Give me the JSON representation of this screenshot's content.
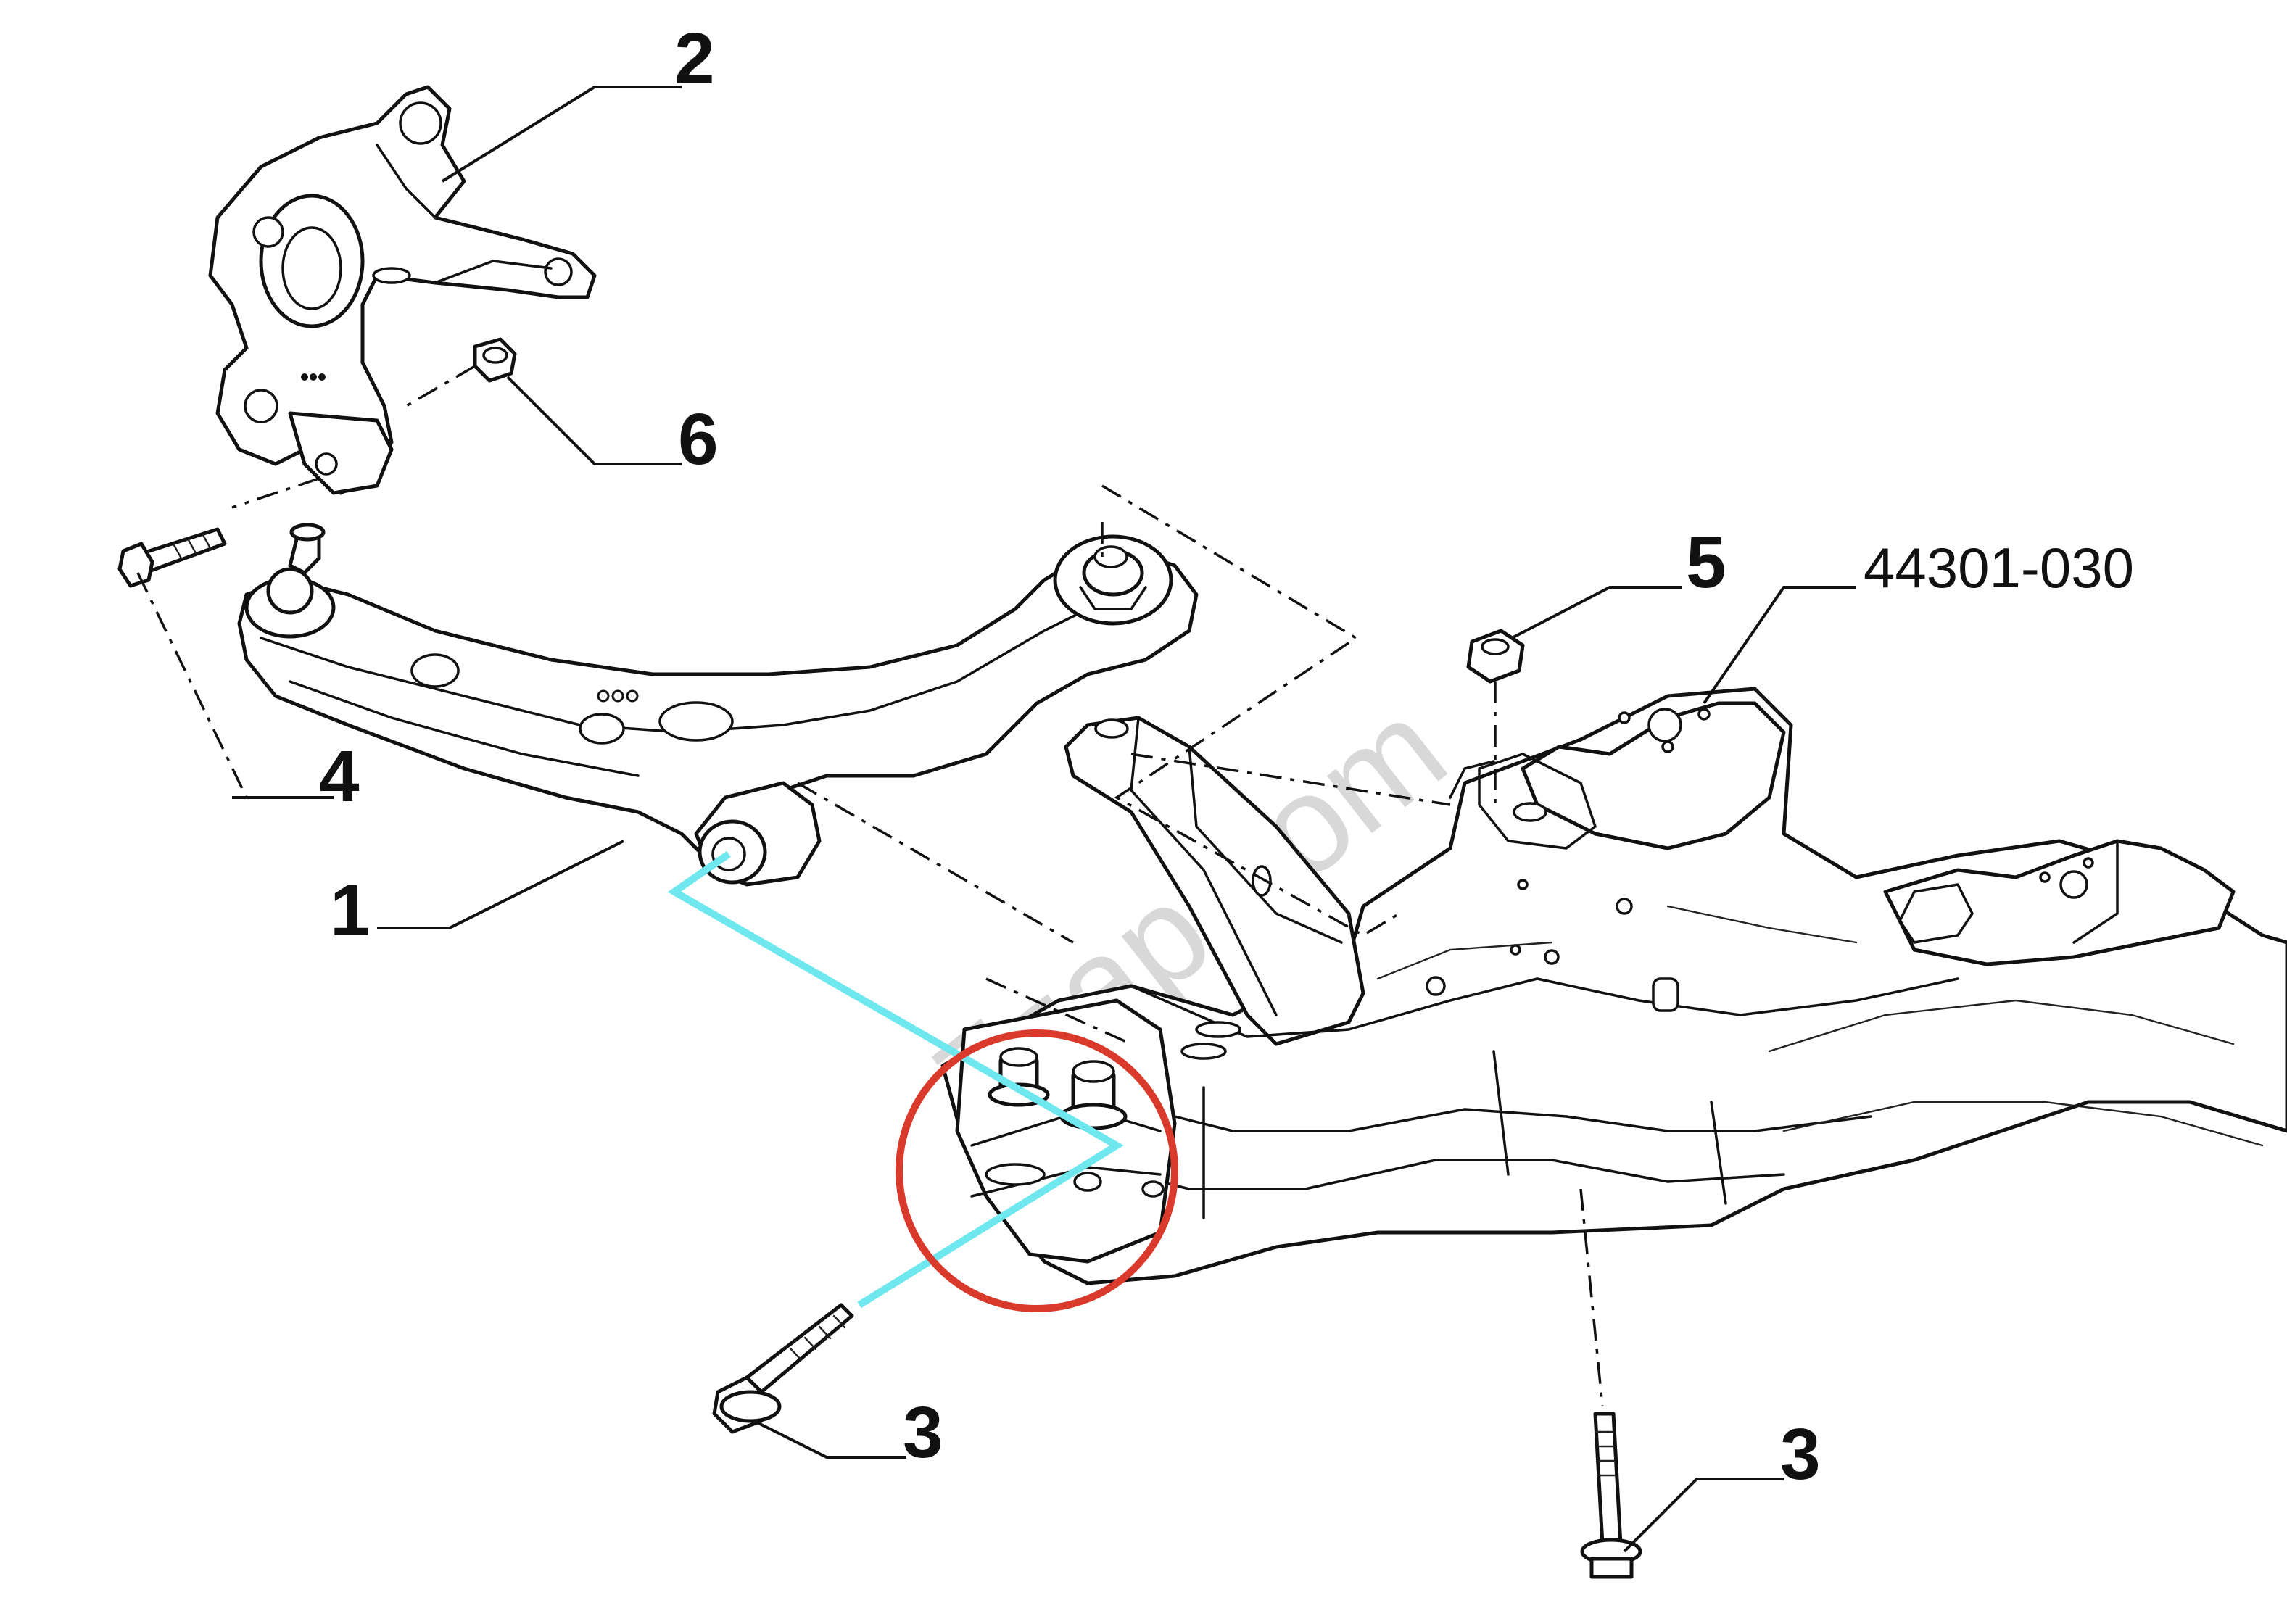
{
  "diagram": {
    "part_code": "44301-030",
    "watermark": "7zap.com",
    "callouts": [
      {
        "id": "c1",
        "label": "1"
      },
      {
        "id": "c2",
        "label": "2"
      },
      {
        "id": "c3a",
        "label": "3"
      },
      {
        "id": "c3b",
        "label": "3"
      },
      {
        "id": "c4",
        "label": "4"
      },
      {
        "id": "c5",
        "label": "5"
      },
      {
        "id": "c6",
        "label": "6"
      }
    ],
    "colors": {
      "line_art": "#111111",
      "highlight_path": "#6ee8ee",
      "highlight_circle": "#d93a2b",
      "watermark": "#d8d8d8"
    }
  }
}
